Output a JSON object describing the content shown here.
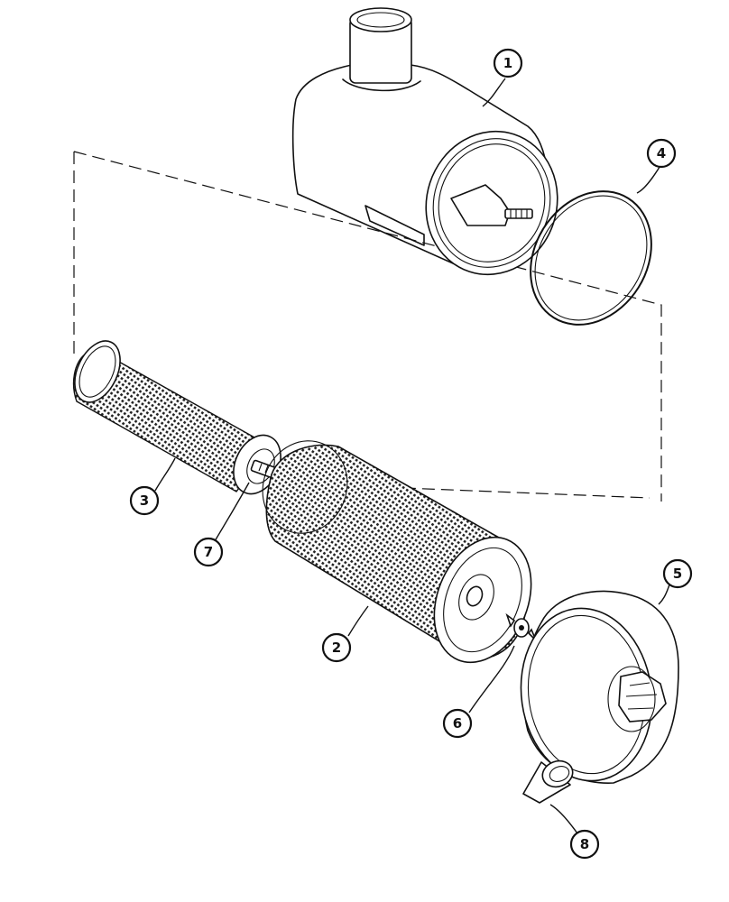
{
  "callouts": [
    {
      "id": "housing",
      "label": "1"
    },
    {
      "id": "primary-filter",
      "label": "2"
    },
    {
      "id": "safety-filter",
      "label": "3"
    },
    {
      "id": "seal-ring",
      "label": "4"
    },
    {
      "id": "end-cap",
      "label": "5"
    },
    {
      "id": "wing-nut",
      "label": "6"
    },
    {
      "id": "stud-nut",
      "label": "7"
    },
    {
      "id": "dust-valve",
      "label": "8"
    }
  ]
}
